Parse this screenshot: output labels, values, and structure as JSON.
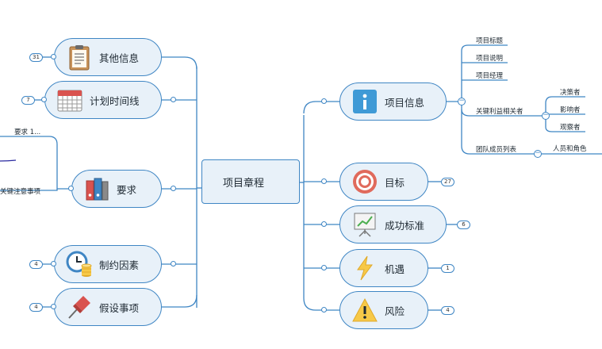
{
  "center": {
    "label": "项目章程",
    "icon": "star-document-icon"
  },
  "left_nodes": {
    "other_info": {
      "label": "其他信息",
      "badge": "31",
      "icon": "clipboard-icon"
    },
    "timeline": {
      "label": "计划时间线",
      "badge": "7",
      "icon": "calendar-icon"
    },
    "requirements": {
      "label": "要求",
      "icon": "binders-icon"
    },
    "constraints": {
      "label": "制约因素",
      "badge": "4",
      "icon": "clock-coins-icon"
    },
    "assumptions": {
      "label": "假设事项",
      "badge": "4",
      "icon": "pushpin-icon"
    }
  },
  "requirements_children": {
    "req": "要求 1...",
    "key_notes": "关键注意事项"
  },
  "right_nodes": {
    "project_info": {
      "label": "项目信息",
      "icon": "info-icon"
    },
    "goal": {
      "label": "目标",
      "badge": "27",
      "icon": "target-icon"
    },
    "success": {
      "label": "成功标准",
      "badge": "6",
      "icon": "chart-board-icon"
    },
    "opportunity": {
      "label": "机遇",
      "badge": "1",
      "icon": "lightning-icon"
    },
    "risk": {
      "label": "风险",
      "badge": "4",
      "icon": "warning-icon"
    }
  },
  "project_info_children": {
    "title": "项目标题",
    "description": "项目说明",
    "manager": "项目经理",
    "stakeholders": "关键利益相关者",
    "team": "团队成员列表"
  },
  "stakeholder_children": {
    "decision": "决策者",
    "influencer": "影响者",
    "observer": "观察者"
  },
  "team_children": {
    "roles": "人员和角色"
  },
  "colors": {
    "line": "#3f86c4",
    "node_fill": "#e8f1f9",
    "pen_mark": "#2a2aa0"
  }
}
